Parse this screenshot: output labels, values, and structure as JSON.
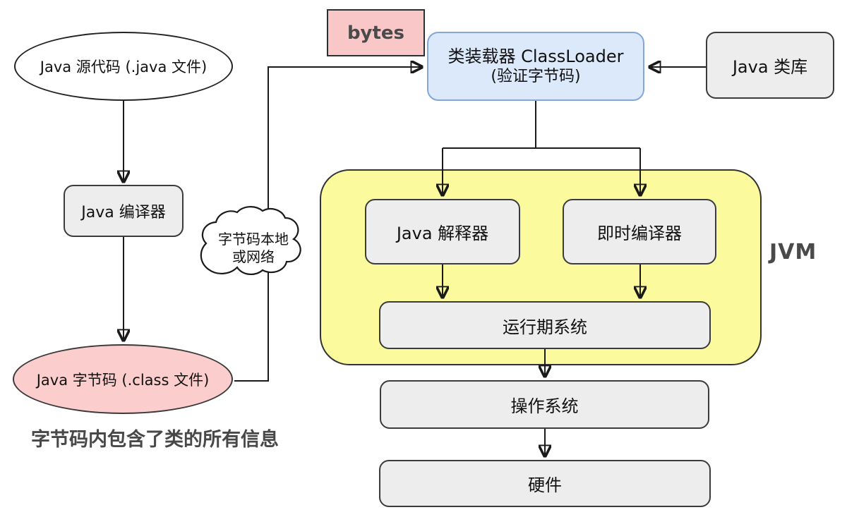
{
  "nodes": {
    "source": "Java 源代码 (.java 文件)",
    "compiler": "Java 编译器",
    "bytecode": "Java 字节码 (.class 文件)",
    "bytes_tag": "bytes",
    "classloader_title": "类装载器 ClassLoader",
    "classloader_sub": "(验证字节码)",
    "class_library": "Java 类库",
    "interpreter": "Java 解释器",
    "jit_compiler": "即时编译器",
    "runtime_system": "运行期系统",
    "operating_system": "操作系统",
    "hardware": "硬件"
  },
  "cloud": {
    "line1": "字节码本地",
    "line2": "或网络"
  },
  "labels": {
    "jvm": "JVM",
    "note": "字节码内包含了类的所有信息"
  },
  "colors": {
    "pink_fill": "#f9c7c7",
    "pink_ellipse_fill": "#fbcdcd",
    "blue_fill": "#dbe9fa",
    "blue_border": "#84a7d8",
    "yellow_fill": "#fbfa9d",
    "gray_fill": "#ededed",
    "line": "#1a1a1a",
    "note_text": "#484848"
  }
}
